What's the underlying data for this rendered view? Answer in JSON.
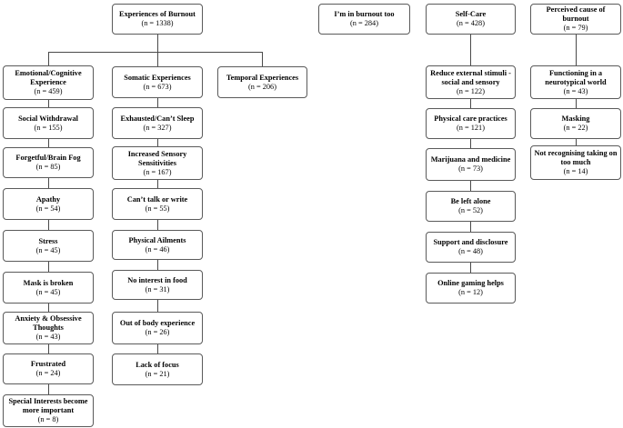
{
  "diagram": {
    "type": "hierarchy-tree",
    "topic": "Thematic map of burnout experiences",
    "colors": {
      "background": "#ffffff",
      "box_fill": "#ffffff",
      "box_border": "#5a5a5a",
      "connector_line": "#4a4a4a",
      "text": "#000000"
    }
  },
  "nodes": {
    "experiences_of_burnout": {
      "title": "Experiences of Burnout",
      "count": "(n = 1338)"
    },
    "im_in_burnout_too": {
      "title": "I’m in burnout too",
      "count": "(n = 284)"
    },
    "self_care": {
      "title": "Self-Care",
      "count": "(n = 428)"
    },
    "perceived_cause": {
      "title": "Perceived cause of burnout",
      "count": "(n = 79)"
    },
    "emotional_cognitive": {
      "title": "Emotional/Cognitive\nExperience",
      "count": "(n = 459)"
    },
    "somatic": {
      "title": "Somatic Experiences",
      "count": "(n = 673)"
    },
    "temporal": {
      "title": "Temporal Experiences",
      "count": "(n = 206)"
    },
    "social_withdrawal": {
      "title": "Social Withdrawal",
      "count": "(n = 155)"
    },
    "forgetful_brain_fog": {
      "title": "Forgetful/Brain Fog",
      "count": "(n = 85)"
    },
    "apathy": {
      "title": "Apathy",
      "count": "(n = 54)"
    },
    "stress": {
      "title": "Stress",
      "count": "(n = 45)"
    },
    "mask_is_broken": {
      "title": "Mask is broken",
      "count": "(n = 45)"
    },
    "anxiety_obsessive": {
      "title": "Anxiety & Obsessive\nThoughts",
      "count": "(n = 43)"
    },
    "frustrated": {
      "title": "Frustrated",
      "count": "(n = 24)"
    },
    "special_interests": {
      "title": "Special Interests become\nmore important",
      "count": "(n = 8)"
    },
    "exhausted_cant_sleep": {
      "title": "Exhausted/Can’t Sleep",
      "count": "(n = 327)"
    },
    "increased_sensory": {
      "title": "Increased Sensory\nSensitivities",
      "count": "(n = 167)"
    },
    "cant_talk_or_write": {
      "title": "Can’t talk or write",
      "count": "(n = 55)"
    },
    "physical_ailments": {
      "title": "Physical Ailments",
      "count": "(n = 46)"
    },
    "no_interest_in_food": {
      "title": "No interest in food",
      "count": "(n = 31)"
    },
    "out_of_body": {
      "title": "Out of body experience",
      "count": "(n = 26)"
    },
    "lack_of_focus": {
      "title": "Lack of focus",
      "count": "(n = 21)"
    },
    "reduce_external_stimuli": {
      "title": "Reduce external stimuli -\nsocial and sensory",
      "count": "(n = 122)"
    },
    "physical_care_practices": {
      "title": "Physical care practices",
      "count": "(n = 121)"
    },
    "marijuana_medicine": {
      "title": "Marijuana and medicine",
      "count": "(n = 73)"
    },
    "be_left_alone": {
      "title": "Be left alone",
      "count": "(n = 52)"
    },
    "support_disclosure": {
      "title": "Support and disclosure",
      "count": "(n = 48)"
    },
    "online_gaming": {
      "title": "Online gaming helps",
      "count": "(n = 12)"
    },
    "functioning_neurotypical": {
      "title": "Functioning in a\nneurotypical world",
      "count": "(n = 43)"
    },
    "masking": {
      "title": "Masking",
      "count": "(n = 22)"
    },
    "not_recognising": {
      "title": "Not recognising taking on\ntoo much",
      "count": "(n = 14)"
    }
  }
}
